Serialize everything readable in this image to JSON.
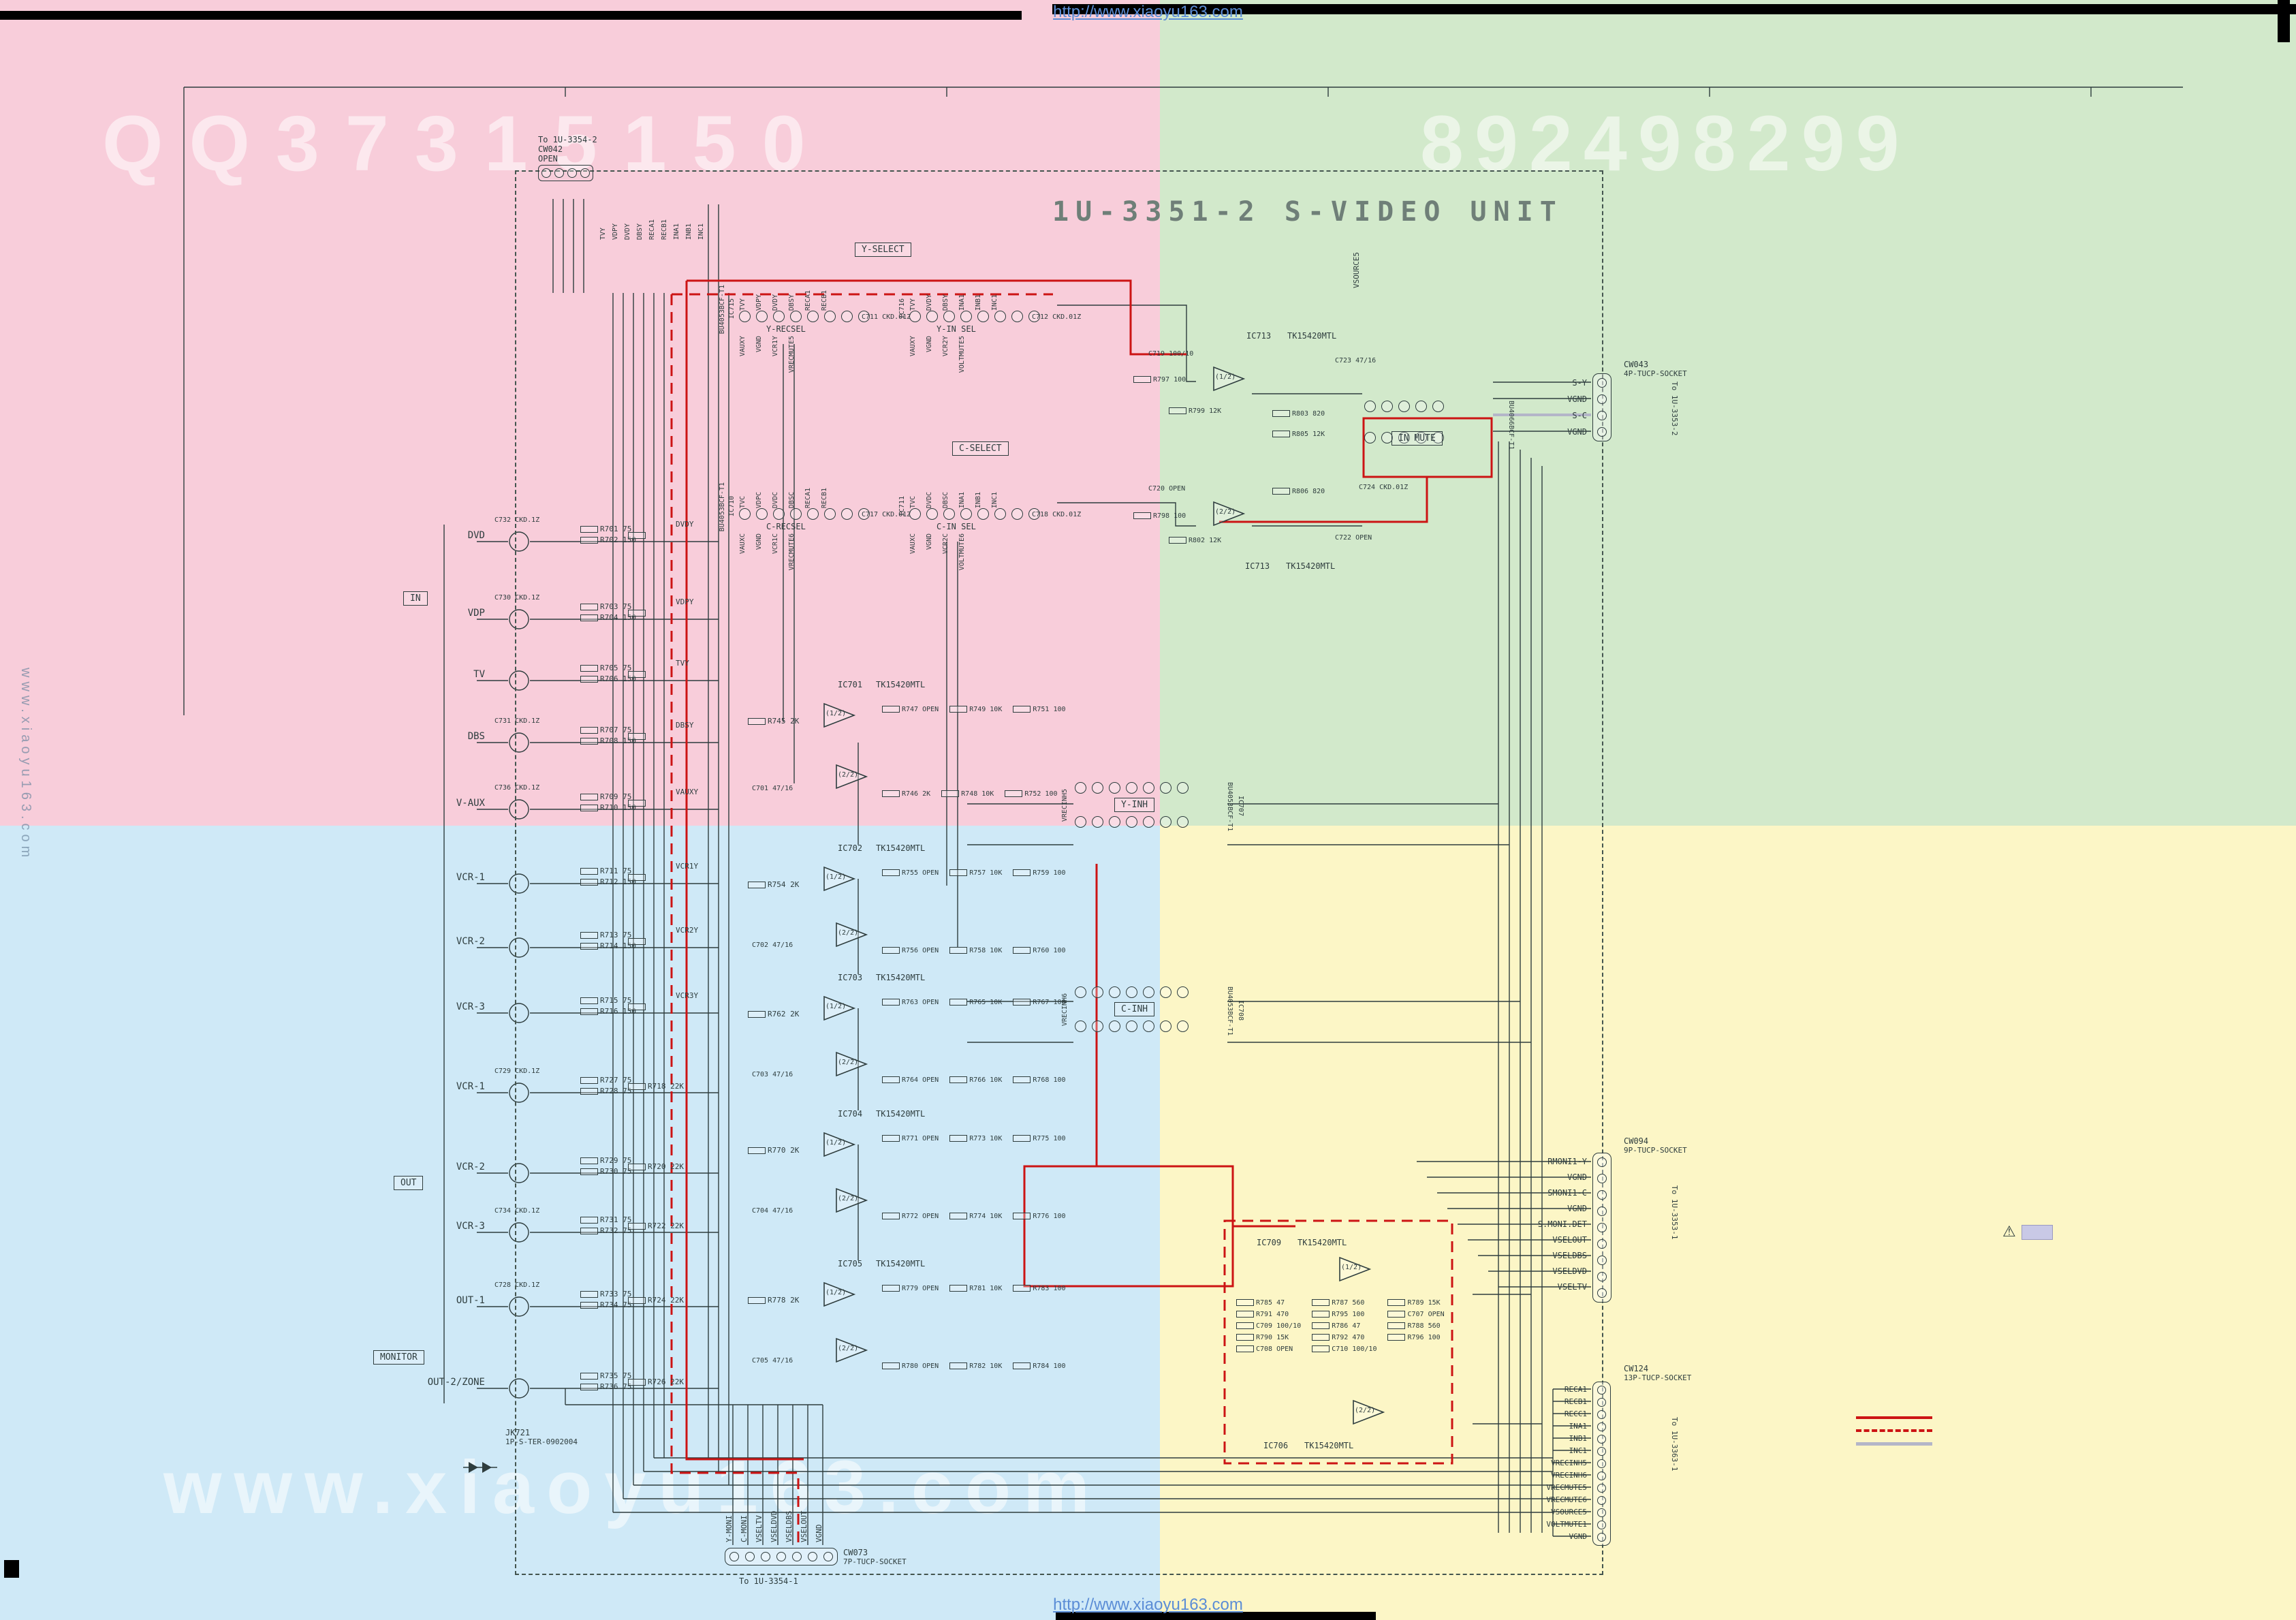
{
  "page": {
    "top_url": "http://www.xiaoyu163.com",
    "bottom_url": "http://www.xiaoyu163.com",
    "wm_top_left": "QQ37315150",
    "wm_top_right": "892498299",
    "wm_bottom": "www.xiaoyu163.com",
    "wm_left_vertical": "www.xiaoyu163.com"
  },
  "title": "1U-3351-2  S-VIDEO UNIT",
  "colors": {
    "pink": "#f8cdda",
    "green": "#d2e9cb",
    "blue": "#cfe9f7",
    "yellow": "#fcf6c6",
    "trace_red": "#cc1414",
    "trace_gray": "#b4b6c8",
    "line": "#2e3d3e"
  },
  "warning_icon": "⚠",
  "groups": {
    "in": "IN",
    "out": "OUT",
    "monitor": "MONITOR"
  },
  "jack": {
    "name": "JK721",
    "type": "1P-S-TER-0902004"
  },
  "bus_top_labels": [
    "TVY",
    "VDPY",
    "DVDY",
    "DBSY",
    "RECA1",
    "RECB1",
    "INA1",
    "INB1",
    "INC1"
  ],
  "vsource_label": "VSOURCE5",
  "channels": [
    {
      "label": "DVD",
      "r1": "R701 75",
      "r2": "R702 150",
      "r3": "",
      "signal": "DVDY",
      "cap": "C732 CKD.1Z"
    },
    {
      "label": "VDP",
      "r1": "R703 75",
      "r2": "R704 150",
      "r3": "",
      "signal": "VDPY",
      "cap": "C730 CKD.1Z"
    },
    {
      "label": "TV",
      "r1": "R705 75",
      "r2": "R706 150",
      "r3": "",
      "signal": "TVY",
      "cap": ""
    },
    {
      "label": "DBS",
      "r1": "R707 75",
      "r2": "R708 150",
      "r3": "",
      "signal": "DBSY",
      "cap": "C731 CKD.1Z"
    },
    {
      "label": "V-AUX",
      "r1": "R709 75",
      "r2": "R710 150",
      "r3": "",
      "signal": "VAUXY",
      "cap": "C736 CKD.1Z"
    },
    {
      "label": "VCR-1",
      "r1": "R711 75",
      "r2": "R712 150",
      "r3": "",
      "signal": "VCR1Y",
      "cap": ""
    },
    {
      "label": "VCR-2",
      "r1": "R713 75",
      "r2": "R714 150",
      "r3": "",
      "signal": "VCR2Y",
      "cap": ""
    },
    {
      "label": "VCR-3",
      "r1": "R715 75",
      "r2": "R716 150",
      "r3": "",
      "signal": "VCR3Y",
      "cap": ""
    },
    {
      "label": "VCR-1",
      "r1": "R727 75",
      "r2": "R728 75",
      "r3": "R718 22K",
      "signal": "",
      "cap": "C729 CKD.1Z"
    },
    {
      "label": "VCR-2",
      "r1": "R729 75",
      "r2": "R730 75",
      "r3": "R720 22K",
      "signal": "",
      "cap": ""
    },
    {
      "label": "VCR-3",
      "r1": "R731 75",
      "r2": "R732 75",
      "r3": "R722 22K",
      "signal": "",
      "cap": "C734 CKD.1Z"
    },
    {
      "label": "OUT-1",
      "r1": "R733 75",
      "r2": "R734 75",
      "r3": "R724 22K",
      "signal": "",
      "cap": "C728 CKD.1Z"
    },
    {
      "label": "OUT-2/ZONE",
      "r1": "R735 75",
      "r2": "R736 75",
      "r3": "R726 22K",
      "signal": "",
      "cap": ""
    }
  ],
  "muxes": {
    "y_select": "Y-SELECT",
    "c_select": "C-SELECT",
    "y_recsel": {
      "label": "Y-RECSEL",
      "ic": "IC715",
      "pkg": "BU4053BCF-T1",
      "cap": "C711 CKD.01Z",
      "top": [
        "TVY",
        "VDPY",
        "DVDY",
        "DBSY",
        "RECA1",
        "RECB1"
      ],
      "bottom": [
        "VAUXY",
        "VGND",
        "VCR1Y",
        "VRECMUTE5"
      ]
    },
    "y_insel": {
      "label": "Y-IN SEL",
      "ic": "IC716",
      "pkg": "BU4053BCF-T1",
      "cap": "C712 CKD.01Z",
      "top": [
        "TVY",
        "DVDY",
        "DBSY",
        "INA1",
        "INB1",
        "INC1"
      ],
      "bottom": [
        "VAUXY",
        "VGND",
        "VCR2Y",
        "VOLTMUTE5"
      ]
    },
    "c_recsel": {
      "label": "C-RECSEL",
      "ic": "IC710",
      "pkg": "BU4053BCF-T1",
      "cap": "C717 CKD.01Z",
      "top": [
        "TVC",
        "VDPC",
        "DVDC",
        "DBSC",
        "RECA1",
        "RECB1"
      ],
      "bottom": [
        "VAUXC",
        "VGND",
        "VCR1C",
        "VRECMUTE6"
      ]
    },
    "c_insel": {
      "label": "C-IN SEL",
      "ic": "IC711",
      "pkg": "BU4053BCF-T1",
      "cap": "C718 CKD.01Z",
      "top": [
        "TVC",
        "DVDC",
        "DBSC",
        "INA1",
        "INB1",
        "INC1"
      ],
      "bottom": [
        "VAUXC",
        "VGND",
        "VCR2C",
        "VOLTMUTE6"
      ]
    }
  },
  "inh": {
    "y": {
      "label": "Y-INH",
      "ic": "IC707",
      "pkg": "BU4053BCF-T1",
      "left": "VRECINH5"
    },
    "c": {
      "label": "C-INH",
      "ic": "IC708",
      "pkg": "BU4053BCF-T1",
      "left": "VRECINH6"
    }
  },
  "mute": {
    "label": "IN MUTE",
    "pkg": "BU4066BCF-T1",
    "cap": "C724 CKD.01Z"
  },
  "ic713": {
    "name": "IC713",
    "part": "TK15420MTL",
    "s1": "(1/2)",
    "s2": "(2/2)",
    "c1": "C719 100/10",
    "c2": "C723 47/16",
    "c3": "C720 OPEN",
    "c4": "C722 OPEN",
    "r1": "R797 100",
    "r2": "R799 12K",
    "r3": "R803 820",
    "r4": "R805 12K",
    "r5": "R798 100",
    "r6": "R802 12K",
    "r7": "R806 820"
  },
  "amps": [
    {
      "ic": "IC701",
      "part": "TK15420MTL",
      "s1": "(1/2)",
      "s2": "(2/2)",
      "rin": "R745 2K",
      "cap": "C701 47/16",
      "rtop": [
        "R747 OPEN",
        "R749 10K",
        "R751 100"
      ],
      "rbot": [
        "R746 2K",
        "R748 10K",
        "R752 100"
      ]
    },
    {
      "ic": "IC702",
      "part": "TK15420MTL",
      "s1": "(1/2)",
      "s2": "(2/2)",
      "rin": "R754 2K",
      "cap": "C702 47/16",
      "rtop": [
        "R755 OPEN",
        "R757 10K",
        "R759 100"
      ],
      "rbot": [
        "R756 OPEN",
        "R758 10K",
        "R760 100"
      ]
    },
    {
      "ic": "IC703",
      "part": "TK15420MTL",
      "s1": "(1/2)",
      "s2": "(2/2)",
      "rin": "R762 2K",
      "cap": "C703 47/16",
      "rtop": [
        "R763 OPEN",
        "R765 10K",
        "R767 100"
      ],
      "rbot": [
        "R764 OPEN",
        "R766 10K",
        "R768 100"
      ]
    },
    {
      "ic": "IC704",
      "part": "TK15420MTL",
      "s1": "(1/2)",
      "s2": "(2/2)",
      "rin": "R770 2K",
      "cap": "C704 47/16",
      "rtop": [
        "R771 OPEN",
        "R773 10K",
        "R775 100"
      ],
      "rbot": [
        "R772 OPEN",
        "R774 10K",
        "R776 100"
      ]
    },
    {
      "ic": "IC705",
      "part": "TK15420MTL",
      "s1": "(1/2)",
      "s2": "(2/2)",
      "rin": "R778 2K",
      "cap": "C705 47/16",
      "rtop": [
        "R779 OPEN",
        "R781 10K",
        "R783 100"
      ],
      "rbot": [
        "R780 OPEN",
        "R782 10K",
        "R784 100"
      ]
    }
  ],
  "out_amp": {
    "ic1": "IC709",
    "ic2": "IC706",
    "part": "TK15420MTL",
    "s1": "(1/2)",
    "s2": "(2/2)",
    "labels": [
      "R785 47",
      "R787 560",
      "R789 15K",
      "R791 470",
      "R795 100",
      "C707 OPEN",
      "C709 100/10",
      "R786 47",
      "R788 560",
      "R790 15K",
      "R792 470",
      "R796 100",
      "C708 OPEN",
      "C710 100/10"
    ]
  },
  "connectors": {
    "cw042": {
      "name": "CW042",
      "state": "OPEN",
      "to": "To 1U-3354-2"
    },
    "cw043": {
      "name": "CW043",
      "type": "4P-TUCP-SOCKET",
      "to": "To 1U-3353-2",
      "pins": [
        "S-Y",
        "VGND",
        "S-C",
        "VGND"
      ]
    },
    "cw094": {
      "name": "CW094",
      "type": "9P-TUCP-SOCKET",
      "to": "To 1U-3353-1",
      "pins": [
        "RMONI1-Y",
        "VGND",
        "SMONI1-C",
        "VGND",
        "S.MONI.DET",
        "VSELOUT",
        "VSELDBS",
        "VSELDVD",
        "VSELTV"
      ]
    },
    "cw124": {
      "name": "CW124",
      "type": "13P-TUCP-SOCKET",
      "to": "To 1U-3363-1",
      "pins": [
        "RECA1",
        "RECB1",
        "RECC1",
        "INA1",
        "INB1",
        "INC1",
        "VRECINH5",
        "VRECINH6",
        "VRECMUTE5",
        "VRECMUTE6",
        "VSOURCE5",
        "VOLTMUTE1",
        "VGND"
      ]
    },
    "cw073": {
      "name": "CW073",
      "type": "7P-TUCP-SOCKET",
      "to": "To 1U-3354-1",
      "pins": [
        "Y-MONI",
        "C-MONI",
        "VSELTV",
        "VSELDVD",
        "VSELDBS",
        "VSELOUT",
        "VGND"
      ]
    }
  }
}
